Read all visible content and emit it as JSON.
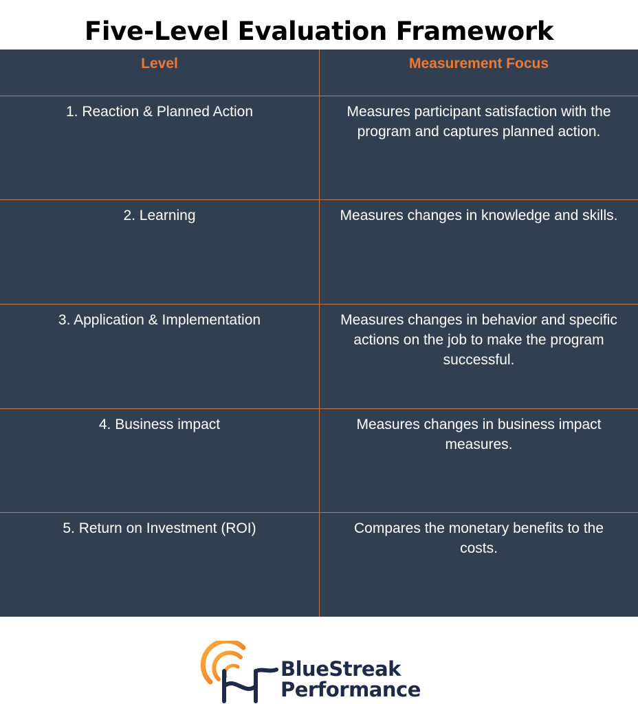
{
  "title": "Five-Level Evaluation Framework",
  "table": {
    "headers": [
      "Level",
      "Measurement Focus"
    ],
    "rows": [
      {
        "level": "1. Reaction & Planned Action",
        "focus": "Measures participant satisfaction with the program and captures planned action."
      },
      {
        "level": "2. Learning",
        "focus": "Measures changes in knowledge and skills."
      },
      {
        "level": "3. Application & Implementation",
        "focus": "Measures changes in behavior and specific actions on the job to make the program successful."
      },
      {
        "level": "4. Business impact",
        "focus": "Measures changes in business impact measures."
      },
      {
        "level": "5. Return on Investment (ROI)",
        "focus": "Compares the monetary benefits to the costs."
      }
    ]
  },
  "logo": {
    "line1": "BlueStreak",
    "line2": "Performance",
    "icon": "bluestreak-swirl-icon"
  },
  "colors": {
    "table_bg": "#323f51",
    "header_text": "#e87a3a",
    "divider": "#c87545",
    "logo_text": "#1f2a48"
  }
}
